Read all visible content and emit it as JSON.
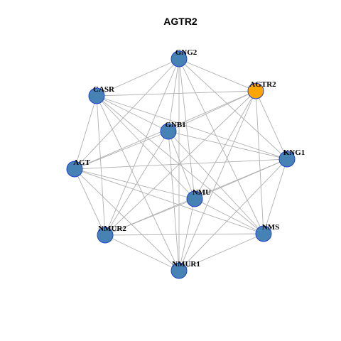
{
  "title": "AGTR2",
  "colors": {
    "node_default": "#4682b4",
    "node_highlight": "#ffa500",
    "node_border": "#1f3fcf",
    "edge": "#b0b0b0"
  },
  "nodes": [
    {
      "id": "GNG2",
      "label": "GNG2",
      "highlight": false
    },
    {
      "id": "AGTR2",
      "label": "AGTR2",
      "highlight": true
    },
    {
      "id": "CASR",
      "label": "CASR",
      "highlight": false
    },
    {
      "id": "GNB1",
      "label": "GNB1",
      "highlight": false
    },
    {
      "id": "KNG1",
      "label": "KNG1",
      "highlight": false
    },
    {
      "id": "AGT",
      "label": "AGT",
      "highlight": false
    },
    {
      "id": "NMU",
      "label": "NMU",
      "highlight": false
    },
    {
      "id": "NMUR2",
      "label": "NMUR2",
      "highlight": false
    },
    {
      "id": "NMS",
      "label": "NMS",
      "highlight": false
    },
    {
      "id": "NMUR1",
      "label": "NMUR1",
      "highlight": false
    }
  ],
  "edges": [
    [
      "GNG2",
      "AGTR2"
    ],
    [
      "GNG2",
      "CASR"
    ],
    [
      "GNG2",
      "GNB1"
    ],
    [
      "GNG2",
      "KNG1"
    ],
    [
      "GNG2",
      "NMU"
    ],
    [
      "GNG2",
      "NMUR2"
    ],
    [
      "GNG2",
      "NMS"
    ],
    [
      "GNG2",
      "NMUR1"
    ],
    [
      "GNG2",
      "AGT"
    ],
    [
      "AGTR2",
      "CASR"
    ],
    [
      "AGTR2",
      "GNB1"
    ],
    [
      "AGTR2",
      "AGT"
    ],
    [
      "AGTR2",
      "KNG1"
    ],
    [
      "AGTR2",
      "NMS"
    ],
    [
      "AGTR2",
      "NMUR1"
    ],
    [
      "AGTR2",
      "NMUR2"
    ],
    [
      "AGTR2",
      "NMU"
    ],
    [
      "CASR",
      "GNB1"
    ],
    [
      "CASR",
      "AGT"
    ],
    [
      "CASR",
      "NMUR2"
    ],
    [
      "CASR",
      "NMU"
    ],
    [
      "CASR",
      "NMS"
    ],
    [
      "CASR",
      "KNG1"
    ],
    [
      "CASR",
      "NMUR1"
    ],
    [
      "GNB1",
      "AGT"
    ],
    [
      "GNB1",
      "KNG1"
    ],
    [
      "GNB1",
      "NMU"
    ],
    [
      "GNB1",
      "NMUR1"
    ],
    [
      "GNB1",
      "NMUR2"
    ],
    [
      "GNB1",
      "NMS"
    ],
    [
      "KNG1",
      "AGT"
    ],
    [
      "KNG1",
      "NMS"
    ],
    [
      "KNG1",
      "NMUR1"
    ],
    [
      "KNG1",
      "NMUR2"
    ],
    [
      "KNG1",
      "NMU"
    ],
    [
      "AGT",
      "NMUR2"
    ],
    [
      "AGT",
      "NMUR1"
    ],
    [
      "AGT",
      "NMU"
    ],
    [
      "AGT",
      "NMS"
    ],
    [
      "NMU",
      "NMUR2"
    ],
    [
      "NMU",
      "NMS"
    ],
    [
      "NMU",
      "NMUR1"
    ],
    [
      "NMUR2",
      "NMUR1"
    ],
    [
      "NMUR2",
      "NMS"
    ],
    [
      "NMS",
      "NMUR1"
    ]
  ]
}
